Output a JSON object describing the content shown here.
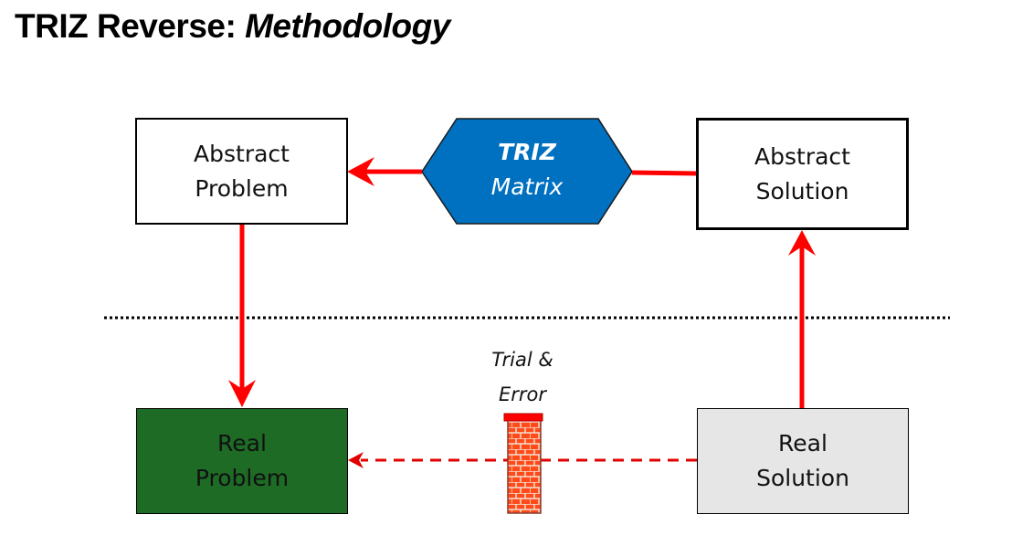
{
  "title": {
    "main": "TRIZ Reverse:",
    "emphasis": "Methodology"
  },
  "colors": {
    "arrow": "#ff0000",
    "hexagon_fill": "#0070c0",
    "real_problem_fill": "#1e6b26",
    "real_solution_fill": "#e6e6e6",
    "brick": "#ff4a1a"
  },
  "nodes": {
    "abstract_problem": {
      "line1": "Abstract",
      "line2": "Problem"
    },
    "abstract_solution": {
      "line1": "Abstract",
      "line2": "Solution"
    },
    "real_problem": {
      "line1": "Real",
      "line2": "Problem"
    },
    "real_solution": {
      "line1": "Real",
      "line2": "Solution"
    },
    "triz_matrix": {
      "line1": "TRIZ",
      "line2": "Matrix"
    }
  },
  "barrier": {
    "line1": "Trial &",
    "line2": "Error"
  },
  "edges": [
    {
      "from": "abstract_solution",
      "to": "abstract_problem",
      "via": "triz_matrix",
      "style": "solid"
    },
    {
      "from": "abstract_problem",
      "to": "real_problem",
      "style": "solid"
    },
    {
      "from": "real_solution",
      "to": "abstract_solution",
      "style": "solid"
    },
    {
      "from": "real_solution",
      "to": "real_problem",
      "style": "dashed",
      "blocked_by": "barrier"
    }
  ]
}
